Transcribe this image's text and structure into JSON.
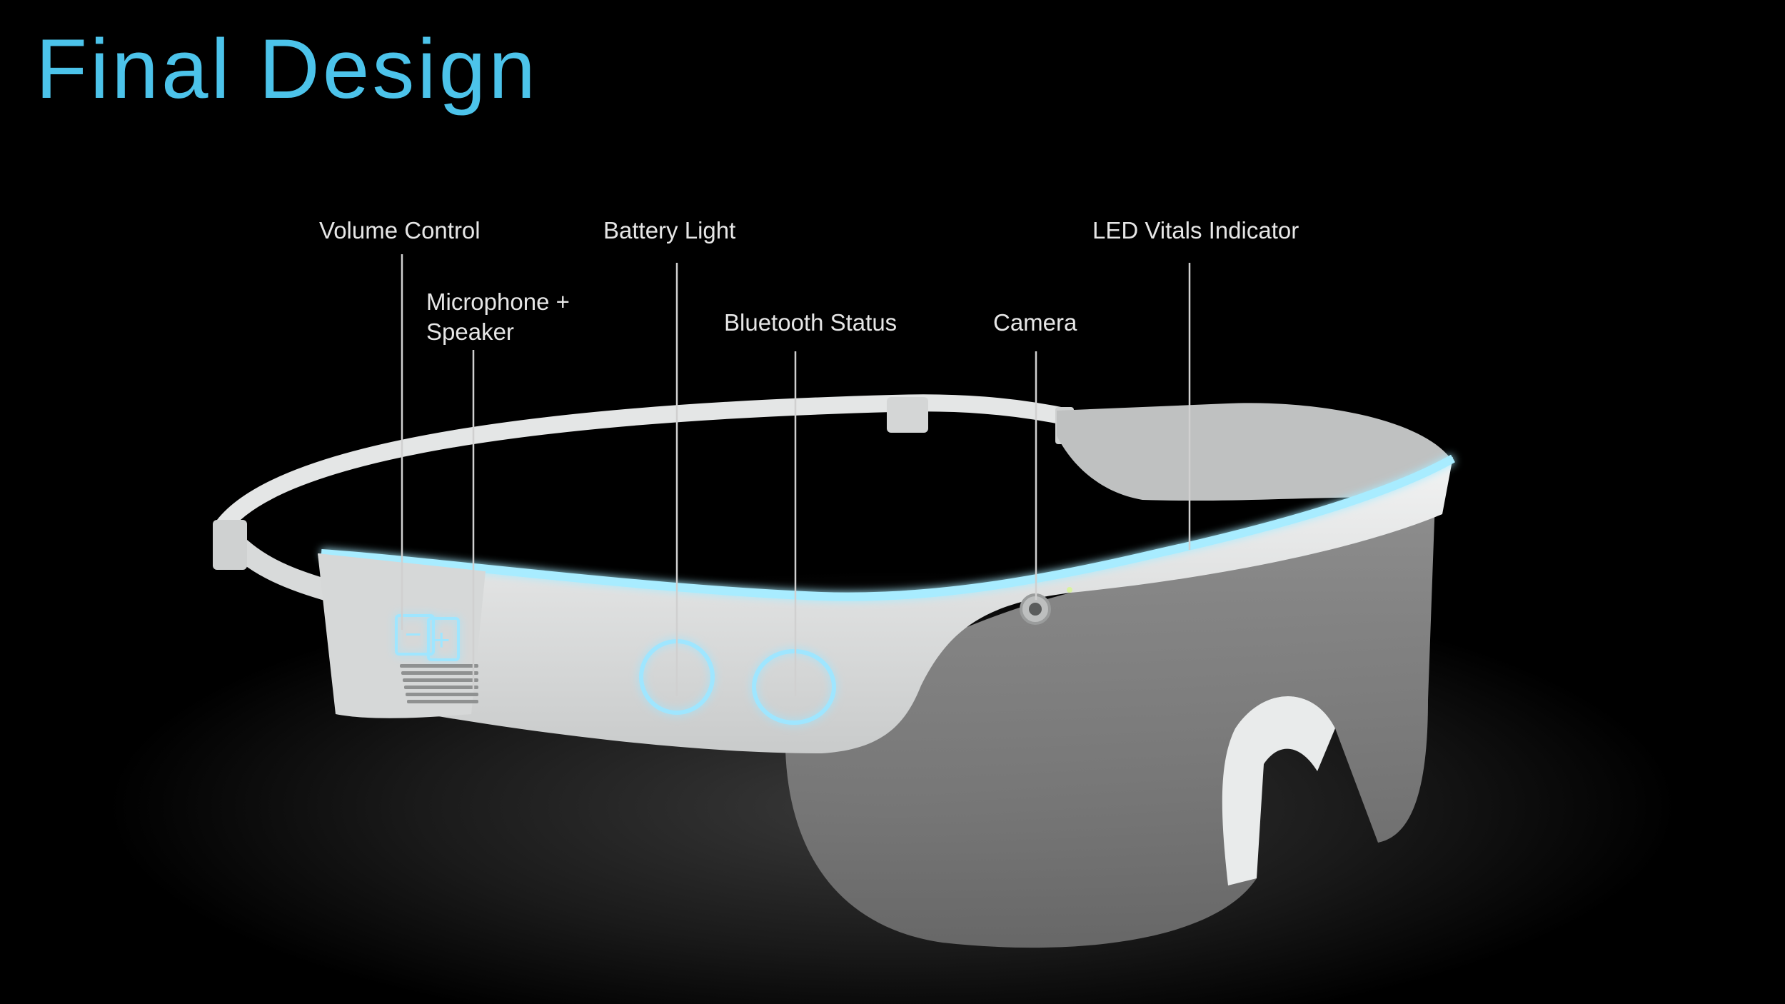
{
  "title": "Final Design",
  "callouts": {
    "volume": "Volume Control",
    "mic_line1": "Microphone +",
    "mic_line2": "Speaker",
    "battery": "Battery Light",
    "bluetooth": "Bluetooth Status",
    "camera": "Camera",
    "led": "LED Vitals Indicator"
  },
  "volume_symbols": {
    "minus": "−",
    "plus": "+"
  },
  "colors": {
    "background": "#000000",
    "accent": "#4cc3ea",
    "glow": "#9fe6ff",
    "frame": "#e8eaea",
    "lens": "#8a8a8a"
  }
}
